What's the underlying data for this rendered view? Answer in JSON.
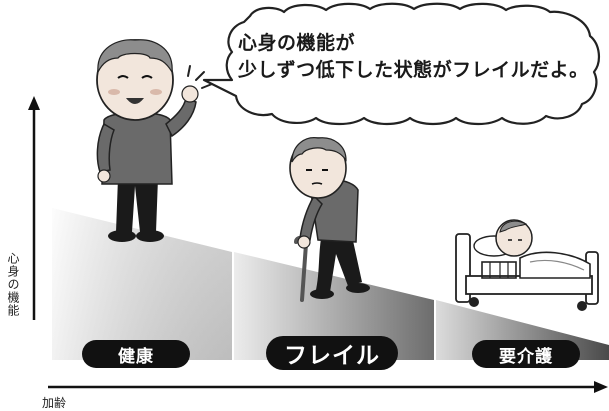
{
  "speech": {
    "line1": "心身の機能が",
    "line2": "少しずつ低下した状態がフレイルだよ。"
  },
  "stages": {
    "healthy": "健康",
    "frailty": "フレイル",
    "care": "要介護"
  },
  "axes": {
    "y_label": "心身の機能",
    "x_label": "加齢"
  },
  "colors": {
    "stage_label_bg": "#111111",
    "stage_label_text": "#ffffff",
    "slope_dark": "#8a8a8a",
    "slope_light": "#f0f0f0"
  },
  "icons": {
    "healthy_person": "elderly-man-waving-icon",
    "frail_person": "elderly-man-with-cane-icon",
    "bedridden_person": "elderly-man-in-bed-icon",
    "speech_bubble": "speech-bubble-icon"
  }
}
